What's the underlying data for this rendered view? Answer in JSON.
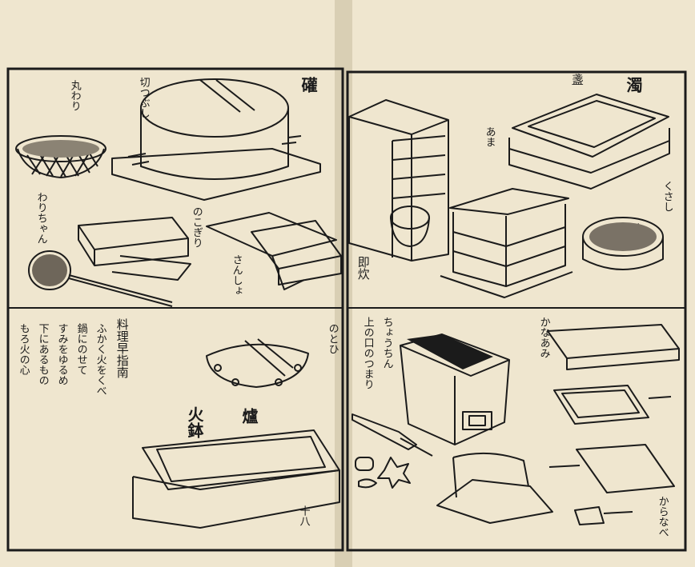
{
  "labels": {
    "l1": "礶",
    "l2": "濁",
    "l3": "即炊",
    "l4": "盞",
    "l5": "火鉢",
    "l6": "爐",
    "l7": "丸わり",
    "l8": "切つぶし",
    "l9": "わりちゃん",
    "l10": "のこぎり",
    "l11": "さんしょ",
    "l12": "十八",
    "l13": "上の口のつまり",
    "l14": "ちょうちん",
    "l15": "あま",
    "l16": "くさし",
    "l17": "かなあみ",
    "l18": "からなべ"
  },
  "side_text": {
    "left": [
      "料理早指南",
      "ふかく火をくべ",
      "鍋にのせて",
      "すみをゆるめ",
      "下にあるもの",
      "もろ火の心",
      "のとひ"
    ]
  },
  "colors": {
    "paper": "#efe6cf",
    "ink": "#1b1b1b"
  }
}
